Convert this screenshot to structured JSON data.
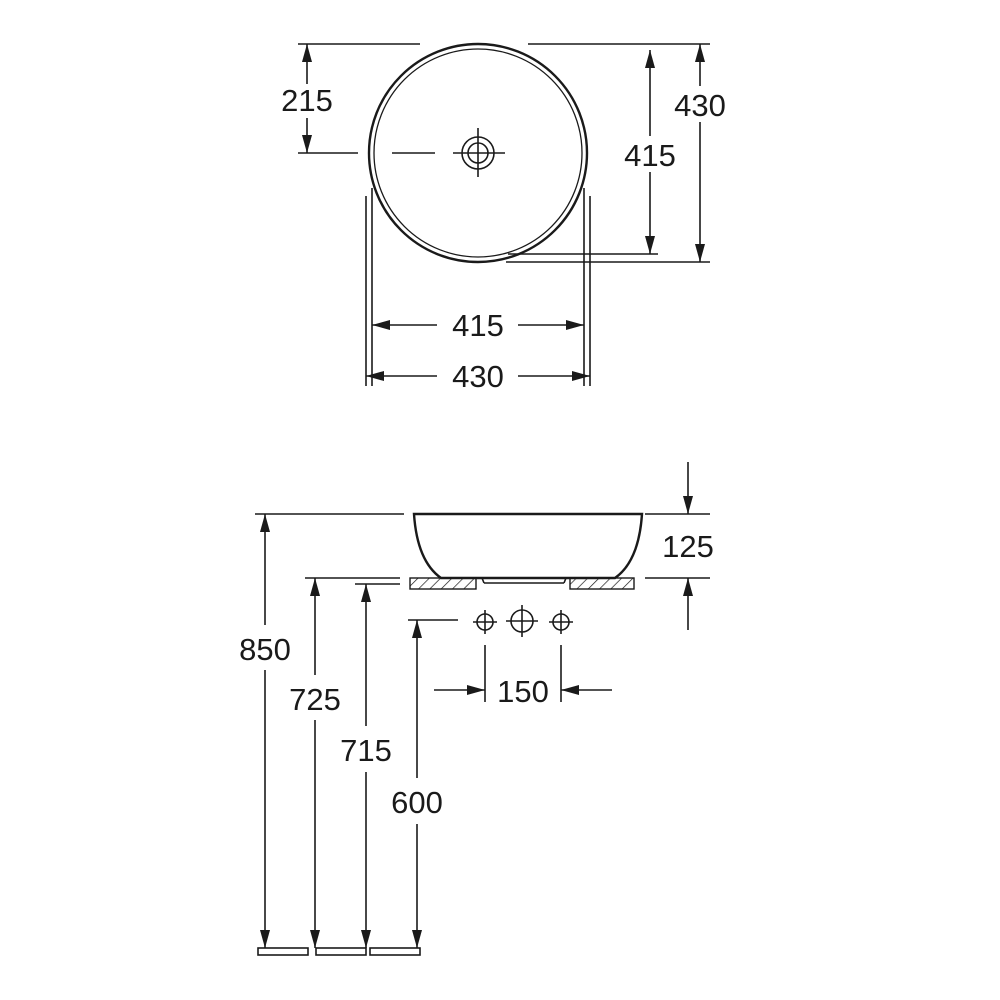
{
  "plan_view": {
    "dims": {
      "offset_215": "215",
      "depth_outer_430": "430",
      "depth_inner_415": "415",
      "width_inner_415": "415",
      "width_outer_430": "430"
    }
  },
  "side_view": {
    "dims": {
      "basin_height_125": "125",
      "total_height_850": "850",
      "counter_725": "725",
      "counter_715": "715",
      "waste_600": "600",
      "tap_spacing_150": "150"
    }
  }
}
